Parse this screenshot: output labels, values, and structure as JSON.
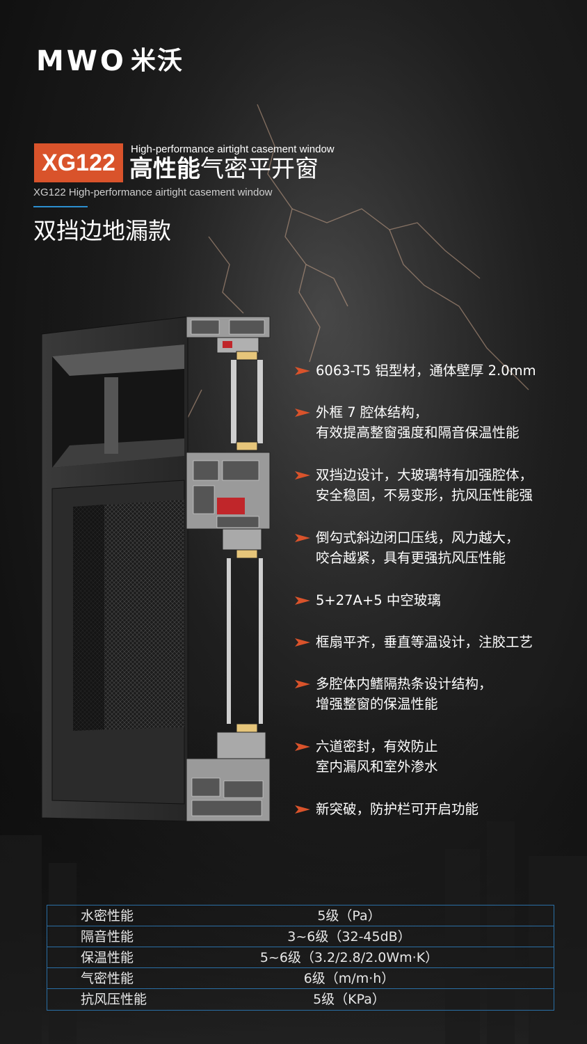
{
  "brand": {
    "logo_text": "MWO",
    "logo_cn": "米沃"
  },
  "product": {
    "model": "XG122",
    "title_en_top": "High-performance airtight casement window",
    "title_cn_bold": "高性能",
    "title_cn_rest": "气密平开窗",
    "title_en_sub": "XG122 High-performance airtight casement window",
    "variant": "双挡边地漏款"
  },
  "features": [
    {
      "lines": [
        "6063-T5 铝型材，通体壁厚 2.0mm"
      ]
    },
    {
      "lines": [
        "外框 7 腔体结构，",
        "有效提高整窗强度和隔音保温性能"
      ]
    },
    {
      "lines": [
        "双挡边设计，大玻璃特有加强腔体，",
        "安全稳固，不易变形，抗风压性能强"
      ]
    },
    {
      "lines": [
        "倒勾式斜边闭口压线，风力越大，",
        "咬合越紧，具有更强抗风压性能"
      ]
    },
    {
      "lines": [
        "5+27A+5 中空玻璃"
      ]
    },
    {
      "lines": [
        "框扇平齐，垂直等温设计，注胶工艺"
      ]
    },
    {
      "lines": [
        "多腔体内鳍隔热条设计结构，",
        "增强整窗的保温性能"
      ]
    },
    {
      "lines": [
        "六道密封，有效防止",
        "室内漏风和室外渗水"
      ]
    },
    {
      "lines": [
        "新突破，防护栏可开启功能"
      ]
    }
  ],
  "specs": [
    {
      "label": "水密性能",
      "value": "5级（Pa）"
    },
    {
      "label": "隔音性能",
      "value": "3~6级（32-45dB）"
    },
    {
      "label": "保温性能",
      "value": "5~6级（3.2/2.8/2.0Wm·K）"
    },
    {
      "label": "气密性能",
      "value": "6级（m/m·h）"
    },
    {
      "label": "抗风压性能",
      "value": "5级（KPa）"
    }
  ],
  "colors": {
    "accent": "#d9532b",
    "rule": "#2c8fd0",
    "table_border": "#2a6fa6"
  }
}
